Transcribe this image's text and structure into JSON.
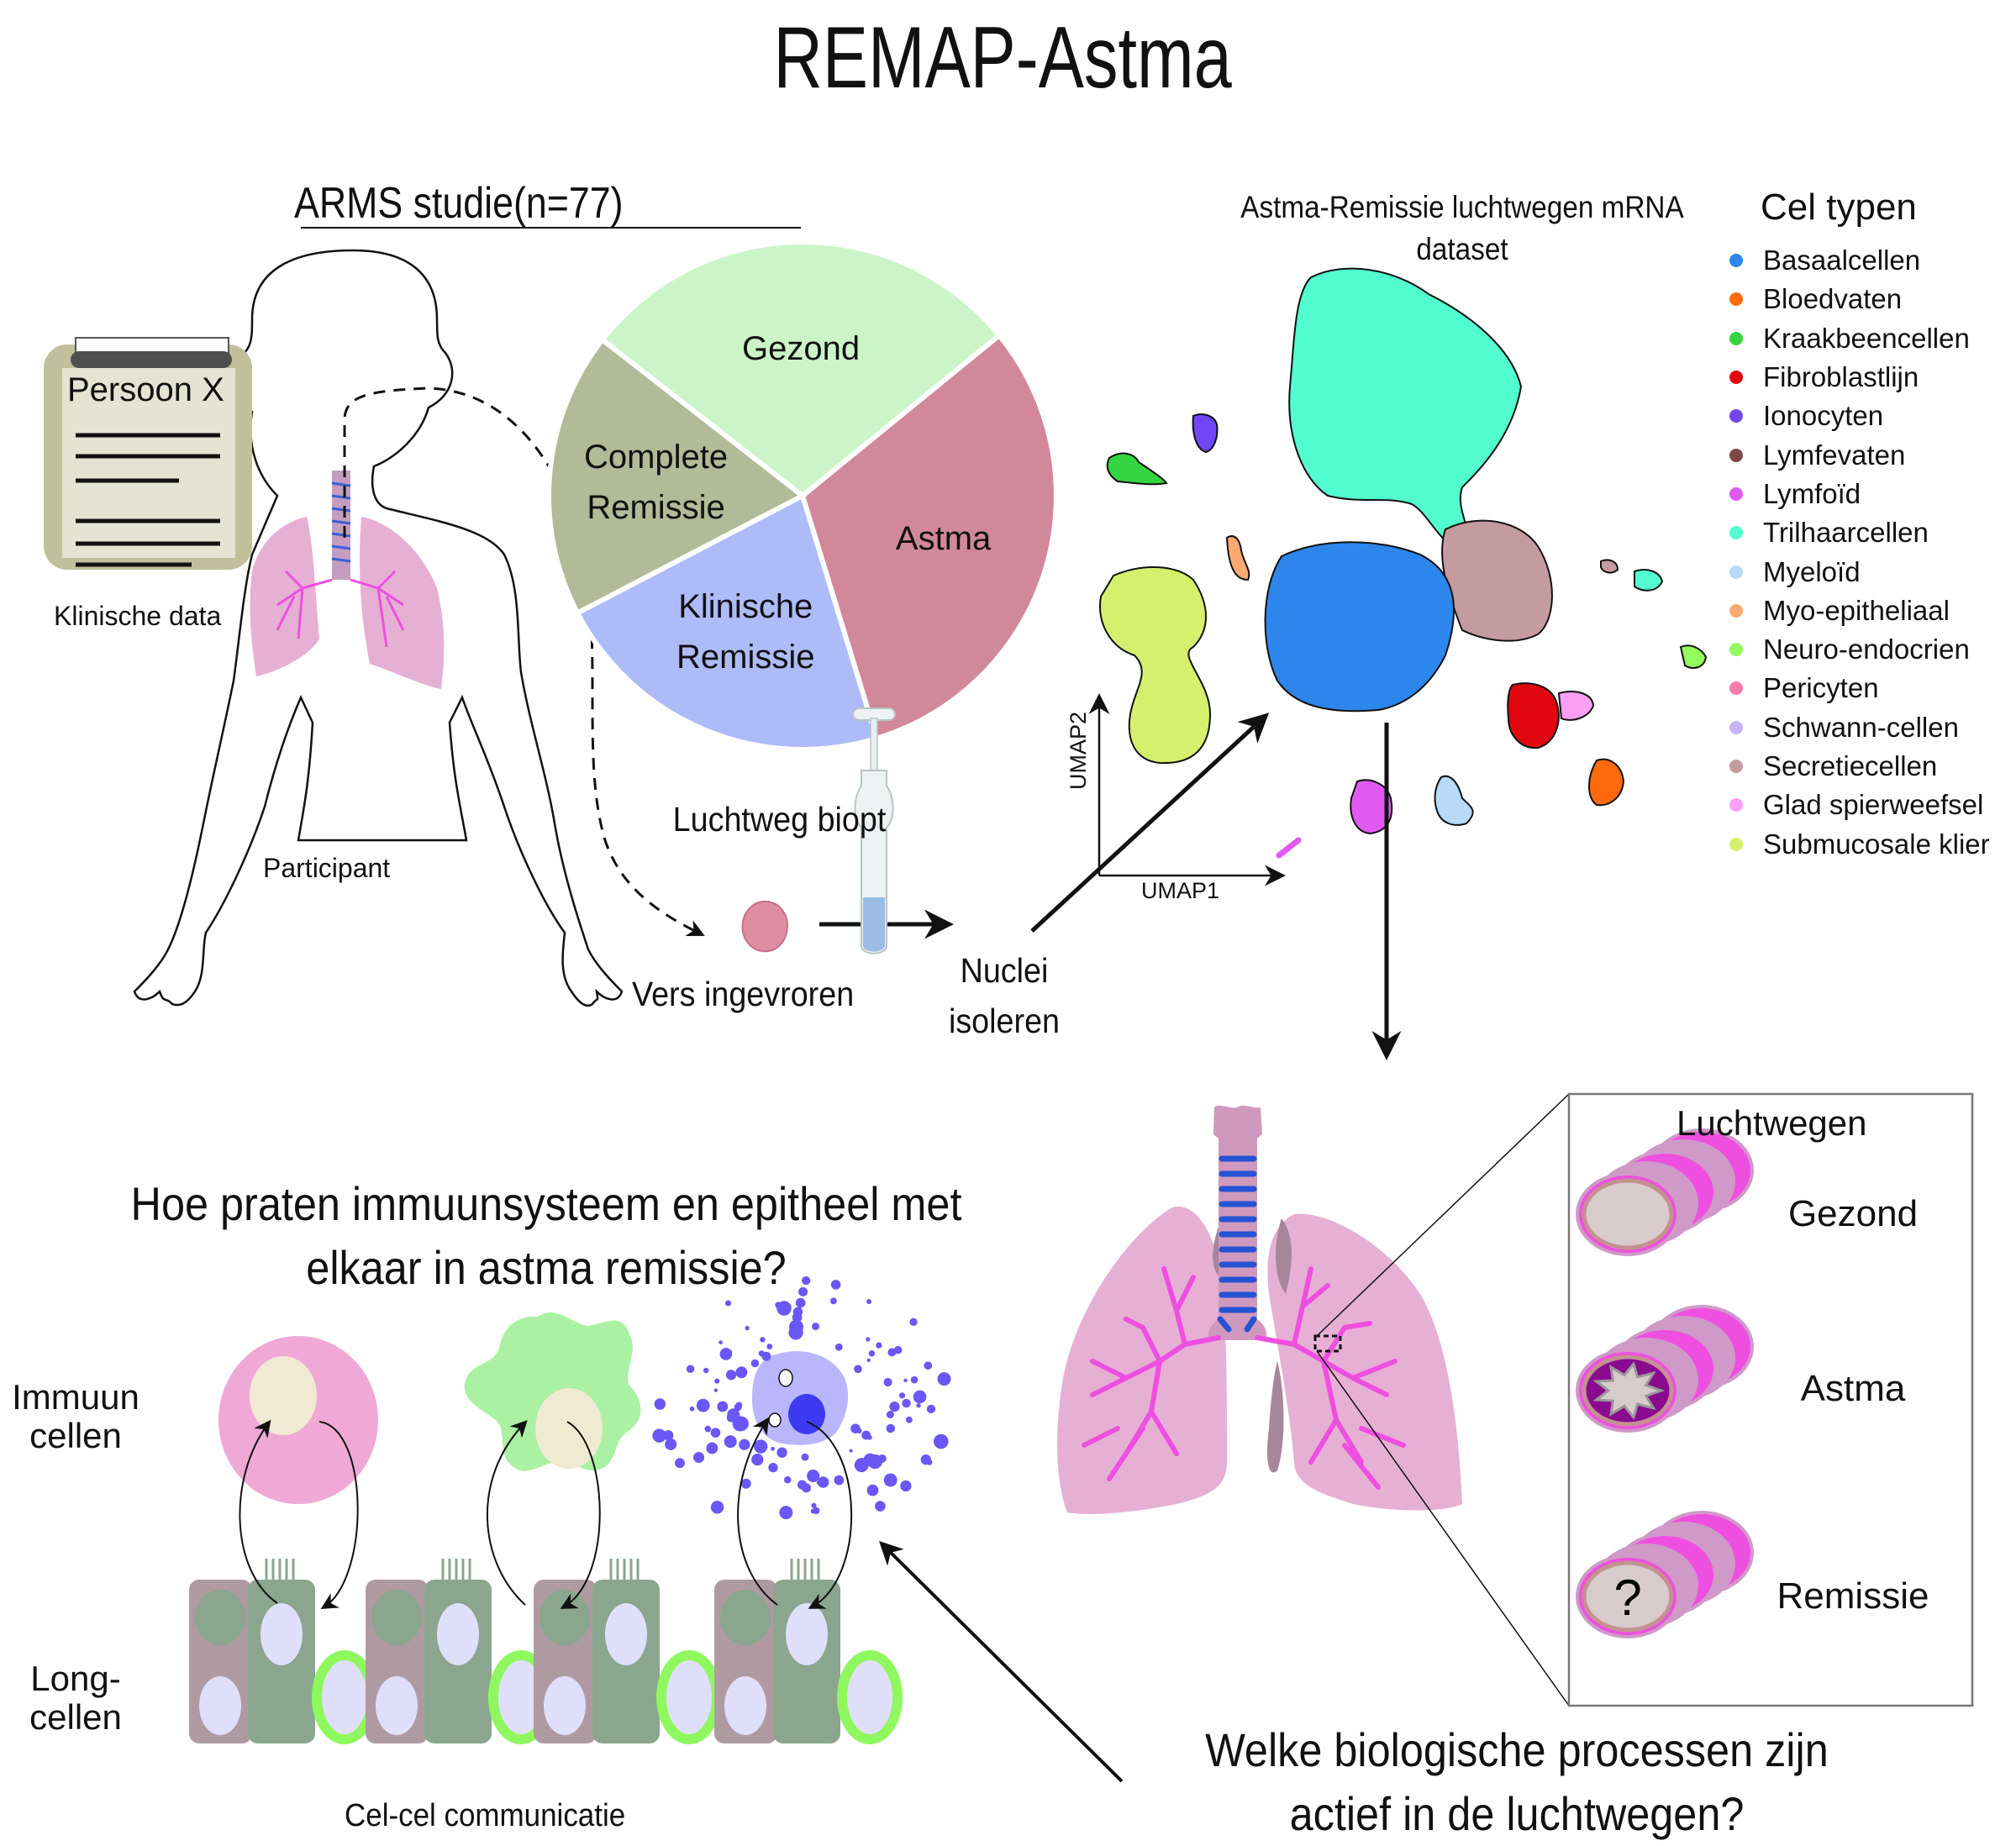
{
  "title": "REMAP-Astma",
  "study": {
    "title": "ARMS studie(n=77)",
    "participant_label": "Participant",
    "clipboard": {
      "title": "Persoon X",
      "caption": "Klinische data"
    }
  },
  "chart_data": {
    "type": "pie",
    "title": "ARMS studie(n=77)",
    "total": 77,
    "slices": [
      {
        "label": "Astma",
        "value": 24,
        "color": "#d1889a"
      },
      {
        "label": "Klinische Remissie",
        "value": 17,
        "color": "#aebbf9"
      },
      {
        "label": "Complete Remissie",
        "value": 14,
        "color": "#b2ba98"
      },
      {
        "label": "Gezond",
        "value": 22,
        "color": "#cbf5c8"
      }
    ],
    "label_lines": {
      "Astma": [
        "Astma"
      ],
      "Klinische Remissie": [
        "Klinische",
        "Remissie"
      ],
      "Complete Remissie": [
        "Complete",
        "Remissie"
      ],
      "Gezond": [
        "Gezond"
      ]
    },
    "start": "top",
    "direction": "clockwise"
  },
  "workflow": {
    "biopsy_label": "Luchtweg biopt",
    "frozen_label": "Vers ingevroren",
    "nuclei_label": "Nuclei isoleren",
    "umap_x": "UMAP1",
    "umap_y": "UMAP2"
  },
  "dataset": {
    "title": "Astma-Remissie luchtwegen mRNA dataset",
    "legend_title": "Cel typen",
    "cell_types": [
      {
        "label": "Basaalcellen",
        "color": "#2d86eb"
      },
      {
        "label": "Bloedvaten",
        "color": "#ff6a0d"
      },
      {
        "label": "Kraakbeencellen",
        "color": "#33d641"
      },
      {
        "label": "Fibroblastlijn",
        "color": "#e0060f"
      },
      {
        "label": "Ionocyten",
        "color": "#7147f5"
      },
      {
        "label": "Lymfevaten",
        "color": "#7f4748"
      },
      {
        "label": "Lymfoïd",
        "color": "#e05af2"
      },
      {
        "label": "Trilhaarcellen",
        "color": "#52fdcf"
      },
      {
        "label": "Myeloïd",
        "color": "#b6daf8"
      },
      {
        "label": "Myo-epitheliaal",
        "color": "#fea96f"
      },
      {
        "label": "Neuro-endocrien",
        "color": "#93fb5c"
      },
      {
        "label": "Pericyten",
        "color": "#fc7bac"
      },
      {
        "label": "Schwann-cellen",
        "color": "#c6b3fb"
      },
      {
        "label": "Secretiecellen",
        "color": "#c49b9f"
      },
      {
        "label": "Glad spierweefsel",
        "color": "#fe9ff3"
      },
      {
        "label": "Submucosale klier",
        "color": "#d6f06e"
      }
    ]
  },
  "communication": {
    "question": "Hoe praten immuunsysteem en epitheel met elkaar in astma remissie?",
    "immune_label": "Immuun cellen",
    "lung_cells_label": "Long- cellen",
    "caption": "Cel-cel communicatie"
  },
  "airways": {
    "title": "Luchtwegen",
    "states": [
      {
        "label": "Gezond",
        "lumen": "open"
      },
      {
        "label": "Astma",
        "lumen": "constricted"
      },
      {
        "label": "Remissie",
        "lumen": "unknown",
        "marker": "?"
      }
    ],
    "question": "Welke  biologische processen zijn actief in de luchtwegen?"
  }
}
